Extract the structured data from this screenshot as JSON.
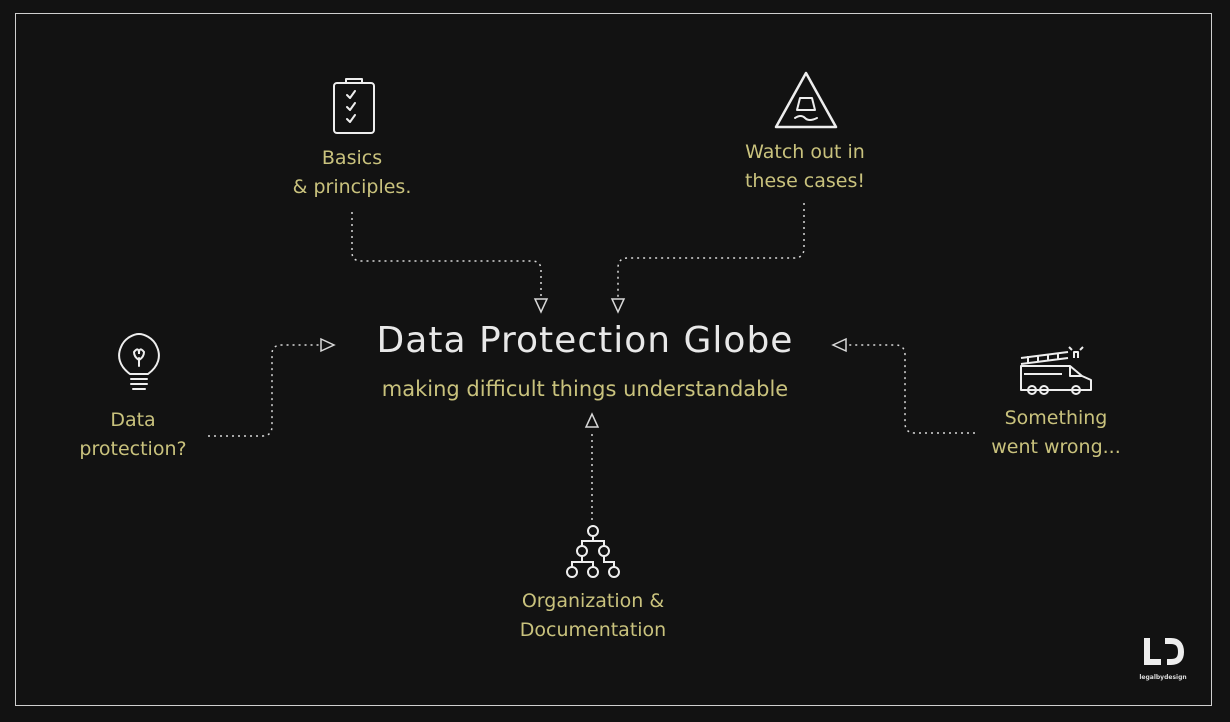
{
  "title": "Data Protection Globe",
  "subtitle": "making difficult things understandable",
  "nodes": {
    "basics": {
      "line1": "Basics",
      "line2": "& principles.",
      "icon": "clipboard-check-icon"
    },
    "watch_out": {
      "line1": "Watch out in",
      "line2": "these cases!",
      "icon": "slippery-road-warning-icon"
    },
    "data_protection": {
      "line1": "Data",
      "line2": "protection?",
      "icon": "lightbulb-icon"
    },
    "something_wrong": {
      "line1": "Something",
      "line2": "went wrong...",
      "icon": "fire-truck-icon"
    },
    "organization": {
      "line1": "Organization &",
      "line2": "Documentation",
      "icon": "org-chart-icon"
    }
  },
  "logo": {
    "text": "legalbydesign"
  },
  "colors": {
    "background": "#121212",
    "accent": "#c9c27d",
    "title": "#e8e8e8"
  }
}
